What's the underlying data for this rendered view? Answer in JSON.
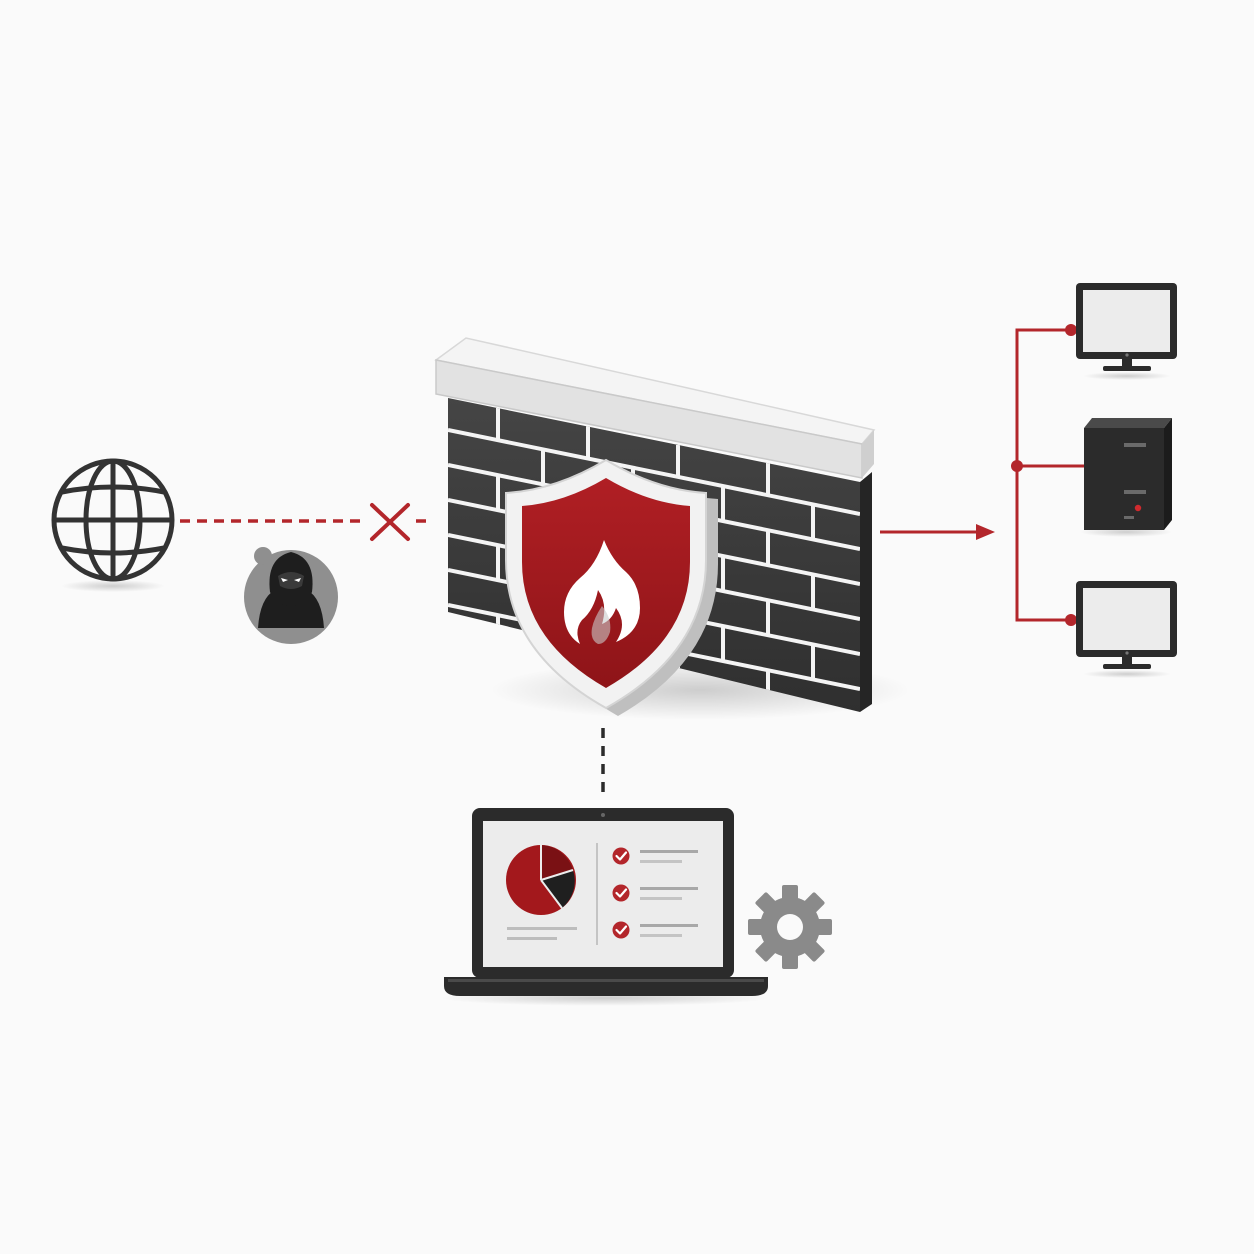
{
  "colors": {
    "background": "#fafafa",
    "accent_red": "#a3181c",
    "line_red": "#b3262b",
    "brick": "#3b3b3b",
    "brick_dark": "#2a2a2a",
    "mortar": "#f4f4f4",
    "coping": "#ececec",
    "device_dark": "#2b2b2b",
    "screen": "#ececec",
    "icon_grey": "#8a8a8a",
    "hacker_circle": "#8f8f8f",
    "globe_stroke": "#333333"
  },
  "nodes": {
    "internet": {
      "icon": "globe-icon"
    },
    "attacker": {
      "icon": "hacker-icon"
    },
    "firewall": {
      "icon": "brick-wall-icon",
      "badge": "shield-flame-icon"
    },
    "management": {
      "icon": "laptop-dashboard-icon",
      "extra": "gear-icon"
    },
    "internal_network": {
      "devices": [
        {
          "icon": "monitor-icon"
        },
        {
          "icon": "server-tower-icon"
        },
        {
          "icon": "monitor-icon"
        }
      ]
    }
  },
  "connections": [
    {
      "from": "internet",
      "to": "firewall",
      "style": "dashed",
      "status": "blocked",
      "marker": "x-mark-icon"
    },
    {
      "from": "firewall",
      "to": "internal_network",
      "style": "solid",
      "status": "allowed",
      "marker": "arrow"
    },
    {
      "from": "firewall",
      "to": "management",
      "style": "dashed",
      "status": "management-link"
    }
  ],
  "dashboard": {
    "chart": "pie-chart-icon",
    "checklist_items": 3,
    "check_icon": "check-circle-icon"
  }
}
